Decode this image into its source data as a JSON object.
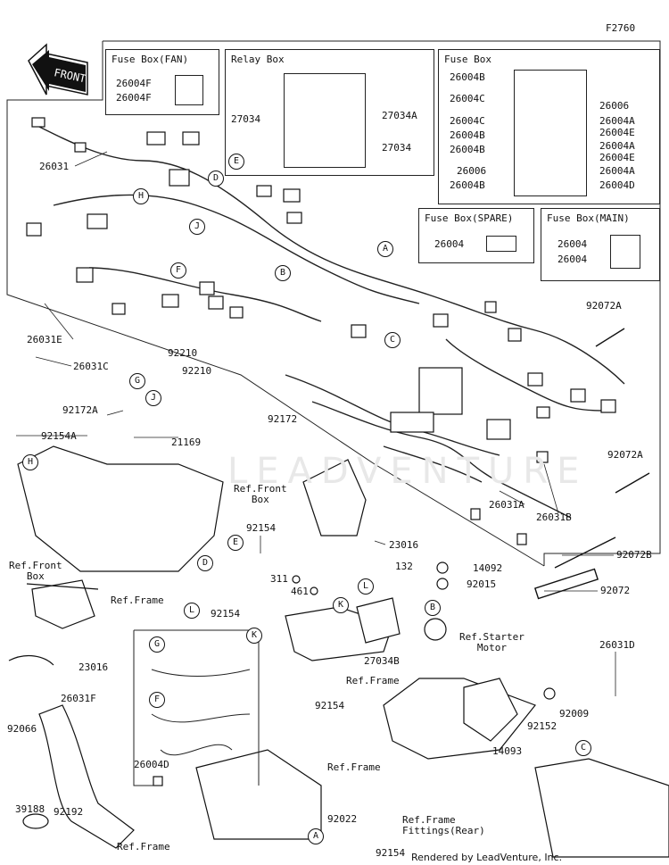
{
  "figure_code": "F2760",
  "front_sign": "FRONT",
  "boxes": {
    "fuse_fan": {
      "title": "Fuse Box(FAN)",
      "parts": [
        "26004F",
        "26004F"
      ]
    },
    "relay": {
      "title": "Relay Box",
      "parts": [
        "27034",
        "27034A",
        "27034"
      ]
    },
    "fuse_main_grid": {
      "title": "Fuse Box",
      "left": [
        "26004B",
        "26004C",
        "26004C",
        "26004B",
        "26004B",
        "26006",
        "26004B"
      ],
      "right": [
        "26006",
        "26004A",
        "26004E",
        "26004A",
        "26004E",
        "26004A",
        "26004D"
      ]
    },
    "fuse_spare": {
      "title": "Fuse Box(SPARE)",
      "parts": [
        "26004"
      ]
    },
    "fuse_main": {
      "title": "Fuse Box(MAIN)",
      "parts": [
        "26004",
        "26004"
      ]
    }
  },
  "labels": {
    "p26031": "26031",
    "p26031E": "26031E",
    "p26031C": "26031C",
    "p92210a": "92210",
    "p92210b": "92210",
    "p92172A": "92172A",
    "p92154A": "92154A",
    "p21169": "21169",
    "p92172": "92172",
    "p92072A_top": "92072A",
    "p92072A_mid": "92072A",
    "p26031A": "26031A",
    "p26031B": "26031B",
    "p92072B": "92072B",
    "p92072": "92072",
    "p23016a": "23016",
    "p23016b": "23016",
    "p92154_1": "92154",
    "p92154_2": "92154",
    "p92154_3": "92154",
    "p92154_4": "92154",
    "p311": "311",
    "p461": "461",
    "p132": "132",
    "p14092": "14092",
    "p92015": "92015",
    "p27034B": "27034B",
    "p26031D": "26031D",
    "p26031F": "26031F",
    "p26004D": "26004D",
    "p92066": "92066",
    "p92192": "92192",
    "p39188": "39188",
    "p92152": "92152",
    "p92009": "92009",
    "p14093": "14093",
    "p92022": "92022"
  },
  "refs": {
    "front_box_1": "Ref.Front\nBox",
    "front_box_2": "Ref.Front\nBox",
    "frame_1": "Ref.Frame",
    "frame_2": "Ref.Frame",
    "frame_3": "Ref.Frame",
    "frame_4": "Ref.Frame",
    "starter_motor": "Ref.Starter\nMotor",
    "frame_fittings": "Ref.Frame\nFittings(Rear)"
  },
  "callouts": [
    "A",
    "B",
    "C",
    "D",
    "E",
    "F",
    "G",
    "H",
    "J",
    "K",
    "L"
  ],
  "watermark": "LEADVENTURE",
  "credit": "Rendered by LeadVenture, Inc."
}
